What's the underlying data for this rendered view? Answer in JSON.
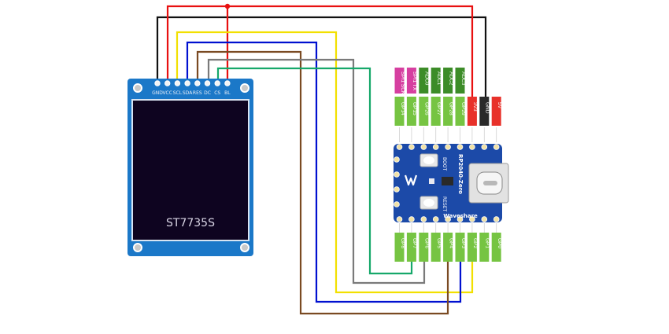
{
  "display": {
    "name": "ST7735S display module",
    "chip_label": "ST7735S",
    "pins": [
      "GND",
      "VCC",
      "SCL",
      "SDA",
      "RES",
      "DC",
      "CS",
      "BL"
    ],
    "pcb_color": "#1b78c8",
    "screen_color": "#0e0420"
  },
  "board": {
    "name": "RP2040-Zero",
    "brand": "Waveshare",
    "buttons": [
      "BOOT",
      "RESET"
    ],
    "pcb_color": "#1c4aa8",
    "top_function_labels": [
      {
        "text": "SPI1 SCK",
        "color": "#d63fa0"
      },
      {
        "text": "SPI1 TX",
        "color": "#d63fa0"
      },
      {
        "text": "ADC0",
        "color": "#3c8c28"
      },
      {
        "text": "ADC1",
        "color": "#3c8c28"
      },
      {
        "text": "ADC2",
        "color": "#3c8c28"
      },
      {
        "text": "ADC3",
        "color": "#3c8c28"
      }
    ],
    "top_pins": [
      {
        "text": "GP14",
        "color": "#76c442"
      },
      {
        "text": "GP15",
        "color": "#76c442"
      },
      {
        "text": "GP26",
        "color": "#76c442"
      },
      {
        "text": "GP27",
        "color": "#76c442"
      },
      {
        "text": "GP28",
        "color": "#76c442"
      },
      {
        "text": "GP29",
        "color": "#76c442"
      },
      {
        "text": "3V3",
        "color": "#e8312a"
      },
      {
        "text": "GND",
        "color": "#2a2a2a"
      },
      {
        "text": "5V",
        "color": "#e8312a"
      }
    ],
    "bottom_pins": [
      "GP8",
      "GP7",
      "GP6",
      "GP5",
      "GP4",
      "GP3",
      "GP2",
      "GP1",
      "GP0"
    ]
  },
  "connections": [
    {
      "from": "GND",
      "to": "GND",
      "color": "#111111"
    },
    {
      "from": "VCC",
      "to": "3V3",
      "color": "#e81010"
    },
    {
      "from": "BL",
      "to": "3V3",
      "color": "#e81010"
    },
    {
      "from": "SCL",
      "to": "GP2",
      "color": "#f2e000"
    },
    {
      "from": "SDA",
      "to": "GP3",
      "color": "#0010d0"
    },
    {
      "from": "RES",
      "to": "GP4",
      "color": "#7a4a22"
    },
    {
      "from": "DC",
      "to": "GP6",
      "color": "#7a7a7a"
    },
    {
      "from": "CS",
      "to": "GP7",
      "color": "#16a86a"
    }
  ]
}
